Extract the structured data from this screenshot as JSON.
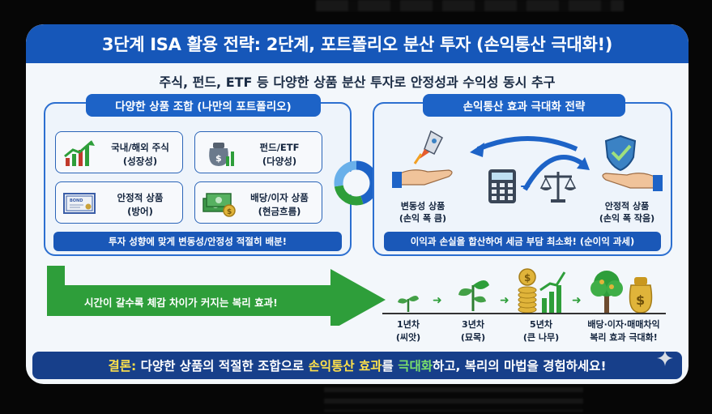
{
  "title": "3단계 ISA 활용 전략: 2단계, 포트폴리오 분산 투자 (손익통산 극대화!)",
  "subtitle": "주식, 펀드, ETF 등 다양한 상품 분산 투자로 안정성과 수익성 동시 추구",
  "left_panel": {
    "heading": "다양한 상품 조합 (나만의 포트폴리오)",
    "products": [
      {
        "line1": "국내/해외 주식",
        "line2": "(성장성)",
        "icon": "growth-chart-icon"
      },
      {
        "line1": "펀드/ETF",
        "line2": "(다양성)",
        "icon": "money-bag-chart-icon"
      },
      {
        "line1": "안정적 상품",
        "line2": "(방어)",
        "icon": "bond-certificate-icon"
      },
      {
        "line1": "배당/이자 상품",
        "line2": "(현금흐름)",
        "icon": "cash-coin-icon"
      }
    ],
    "footer": "투자 성향에 맞게 변동성/안정성 적절히 배분!"
  },
  "right_panel": {
    "heading": "손익통산 효과 극대화 전략",
    "volatile_label_1": "변동성 상품",
    "volatile_label_2": "(손익 폭 큼)",
    "stable_label_1": "안정적 상품",
    "stable_label_2": "(손익 폭 작음)",
    "footer": "이익과 손실을 합산하여 세금 부담 최소화! (순이익 과세)"
  },
  "arrow_text": "시간이 갈수록 체감 차이가 커지는 복리 효과!",
  "timeline": [
    {
      "line1": "1년차",
      "line2": "(씨앗)"
    },
    {
      "line1": "3년차",
      "line2": "(묘목)"
    },
    {
      "line1": "5년차",
      "line2": "(큰 나무)"
    },
    {
      "line1": "배당·이자·매매차익",
      "line2": "복리 효과 극대화!"
    }
  ],
  "conclusion": {
    "prefix": "결론:",
    "part1": " 다양한 상품의 적절한 조합으로 ",
    "highlight1": "손익통산 효과",
    "part2": "를 ",
    "highlight2": "극대화",
    "part3": "하고, 복리의 마법을 경험하세요!"
  },
  "colors": {
    "title_bar": "#1657b9",
    "panel_border": "#2c6fd0",
    "green_arrow": "#2e9e3a",
    "conclusion_bg": "#173f8a",
    "highlight_yellow": "#ffe14a",
    "highlight_green": "#7be06b"
  }
}
